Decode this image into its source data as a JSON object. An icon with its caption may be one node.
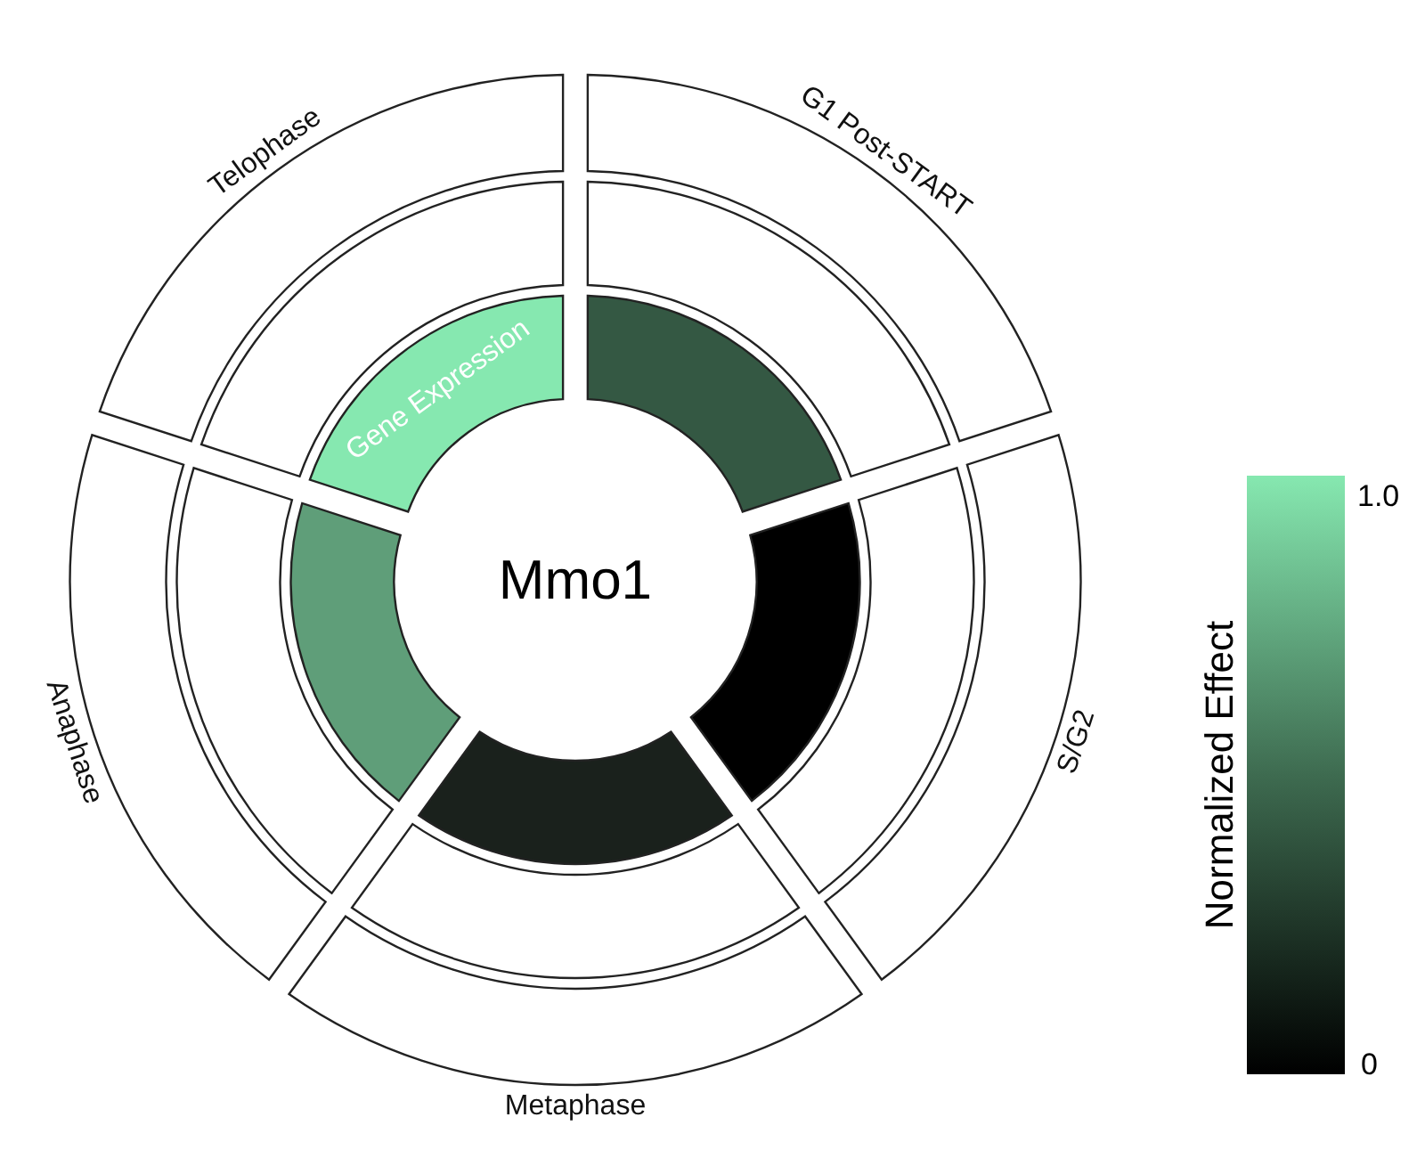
{
  "diagram": {
    "nodes": [
      {
        "text": [
          "Mmo1"
        ]
      },
      {
        "text": [
          "G1 Post-START"
        ]
      },
      {
        "text": [],
        "shape": "arc"
      },
      {
        "text": [],
        "shape": "arc"
      },
      {
        "text": [
          "S/G2"
        ]
      },
      {
        "text": [],
        "shape": "arc"
      },
      {
        "text": [],
        "shape": "arc"
      },
      {
        "text": [
          "Metaphase"
        ]
      },
      {
        "text": [],
        "shape": "arc"
      },
      {
        "text": [],
        "shape": "arc"
      },
      {
        "text": [
          "Anaphase"
        ]
      },
      {
        "text": [],
        "shape": "arc"
      },
      {
        "text": [],
        "shape": "arc"
      },
      {
        "text": [
          "Telophase"
        ]
      },
      {
        "text": [],
        "shape": "arc"
      },
      {
        "text": [
          "Gene Expression"
        ]
      }
    ],
    "edges": [],
    "labels": [
      "Normalized Effect",
      "1.0",
      "0"
    ]
  }
}
